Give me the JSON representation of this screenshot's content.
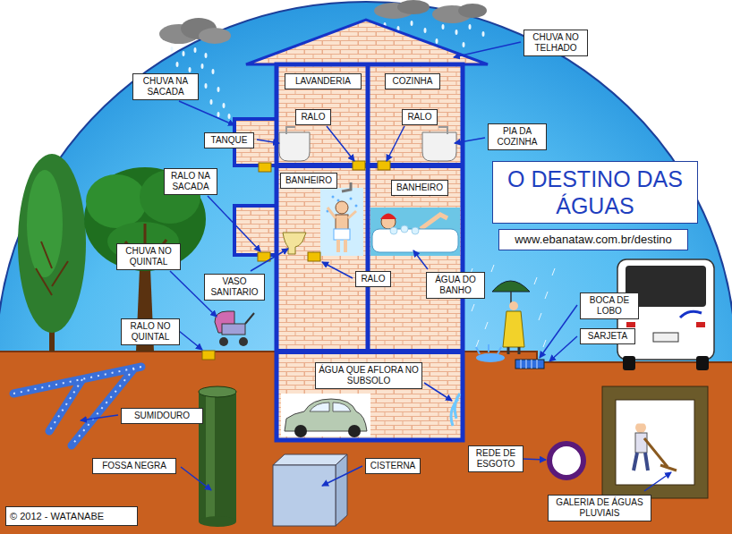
{
  "diagram": {
    "title": "O DESTINO DAS ÁGUAS",
    "nodes": [
      {
        "text": [
          "CHUVA NO TELHADO"
        ]
      },
      {
        "text": [
          "CHUVA NA SACADA"
        ]
      },
      {
        "text": [
          "LAVANDERIA"
        ]
      },
      {
        "text": [
          "COZINHA"
        ]
      },
      {
        "text": [
          "RALO"
        ]
      },
      {
        "text": [
          "RALO"
        ]
      },
      {
        "text": [
          "TANQUE"
        ]
      },
      {
        "text": [
          "PIA DA COZINHA"
        ]
      },
      {
        "text": [
          "RALO NA SACADA"
        ]
      },
      {
        "text": [
          "BANHEIRO"
        ]
      },
      {
        "text": [
          "BANHEIRO"
        ]
      },
      {
        "text": [
          "www.ebanataw.com.br/destino"
        ]
      },
      {
        "text": [
          "CHUVA NO QUINTAL"
        ]
      },
      {
        "text": [
          "VASO SANITARIO"
        ]
      },
      {
        "text": [
          "RALO"
        ]
      },
      {
        "text": [
          "ÁGUA DO BANHO"
        ]
      },
      {
        "text": [
          "BOCA DE LOBO"
        ]
      },
      {
        "text": [
          "RALO NO QUINTAL"
        ]
      },
      {
        "text": [
          "SARJETA"
        ]
      },
      {
        "text": [
          "ÁGUA QUE AFLORA NO SUBSOLO"
        ]
      },
      {
        "text": [
          "SUMIDOURO"
        ]
      },
      {
        "text": [
          "REDE DE ESGOTO"
        ]
      },
      {
        "text": [
          "FOSSA NEGRA"
        ]
      },
      {
        "text": [
          "CISTERNA"
        ]
      },
      {
        "text": [
          "GALERIA DE ÁGUAS PLUVIAIS"
        ]
      },
      {
        "text": [
          "© 2012 - WATANABE"
        ]
      }
    ]
  }
}
